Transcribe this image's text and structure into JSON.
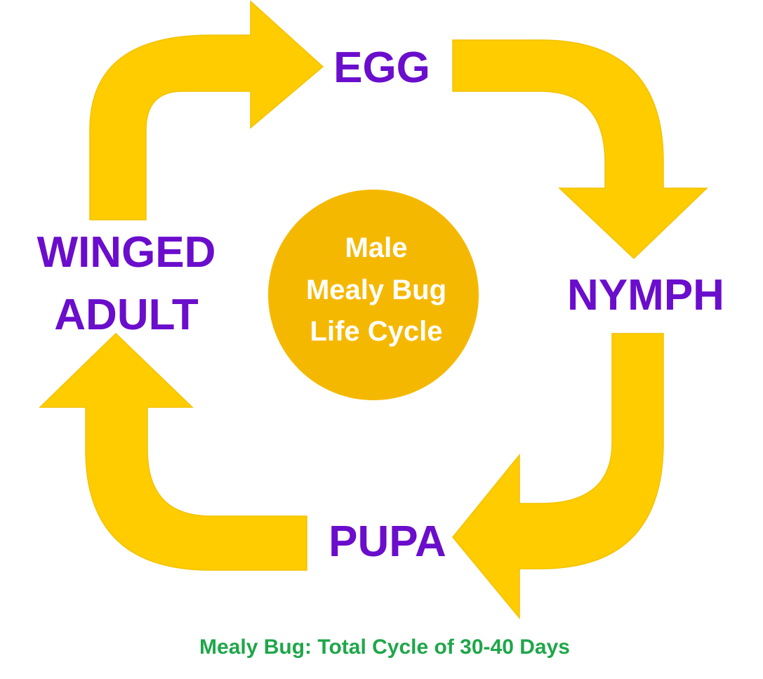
{
  "colors": {
    "arrow": "#ffcc00",
    "arrow_edge": "#f2c200",
    "center_circle": "#f5b800",
    "center_text": "#ffffff",
    "stage_text": "#6a0dcc",
    "caption_text": "#1fa64a"
  },
  "stages": {
    "egg": "EGG",
    "nymph": "NYMPH",
    "pupa": "PUPA",
    "adult_line1": "WINGED",
    "adult_line2": "ADULT"
  },
  "center": {
    "line1": "Male",
    "line2": "Mealy Bug",
    "line3": "Life Cycle"
  },
  "caption": "Mealy Bug: Total Cycle of 30-40 Days"
}
